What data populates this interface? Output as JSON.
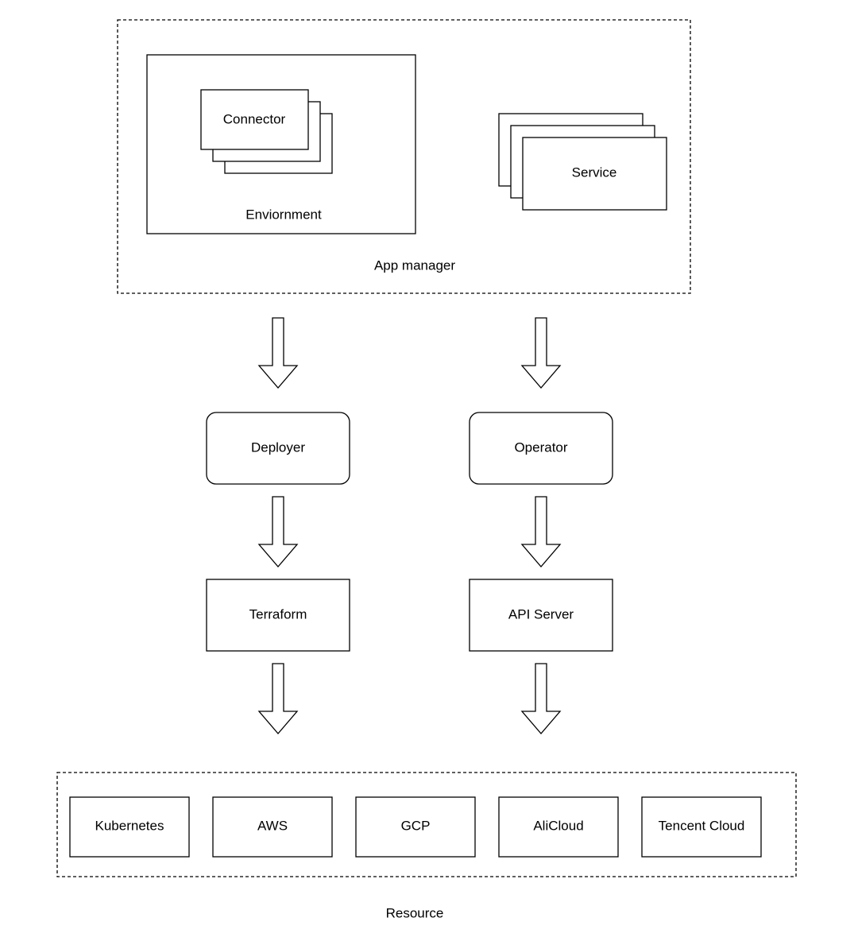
{
  "colors": {
    "stroke": "#000000",
    "fill": "#ffffff",
    "text": "#000000"
  },
  "app_manager": {
    "label": "App manager",
    "environment": {
      "label": "Enviornment",
      "connector_label": "Connector"
    },
    "service_label": "Service"
  },
  "pipeline": {
    "left": {
      "deployer_label": "Deployer",
      "terraform_label": "Terraform"
    },
    "right": {
      "operator_label": "Operator",
      "api_server_label": "API Server"
    }
  },
  "resource": {
    "label": "Resource",
    "items": [
      "Kubernetes",
      "AWS",
      "GCP",
      "AliCloud",
      "Tencent Cloud"
    ]
  }
}
